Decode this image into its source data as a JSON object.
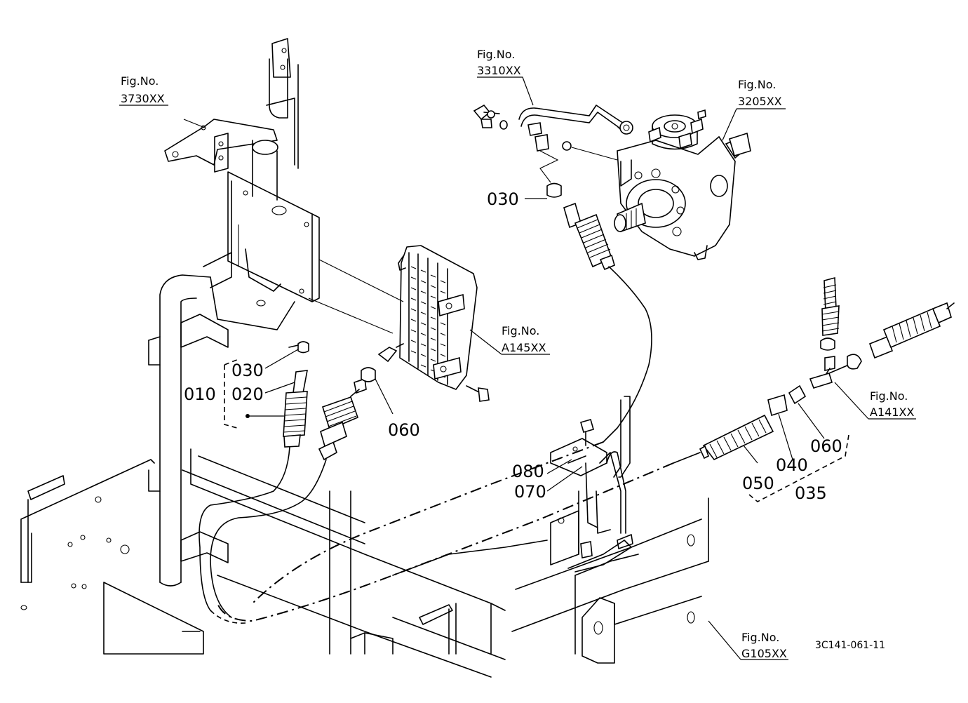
{
  "diagram": {
    "code": "3C141-061-11",
    "fig_refs": [
      {
        "prefix": "Fig.No.",
        "number": "3730XX"
      },
      {
        "prefix": "Fig.No.",
        "number": "3310XX"
      },
      {
        "prefix": "Fig.No.",
        "number": "3205XX"
      },
      {
        "prefix": "Fig.No.",
        "number": "A145XX"
      },
      {
        "prefix": "Fig.No.",
        "number": "A141XX"
      },
      {
        "prefix": "Fig.No.",
        "number": "G105XX"
      }
    ],
    "parts": [
      "030",
      "030",
      "010",
      "020",
      "060",
      "080",
      "070",
      "050",
      "040",
      "060",
      "035"
    ]
  }
}
